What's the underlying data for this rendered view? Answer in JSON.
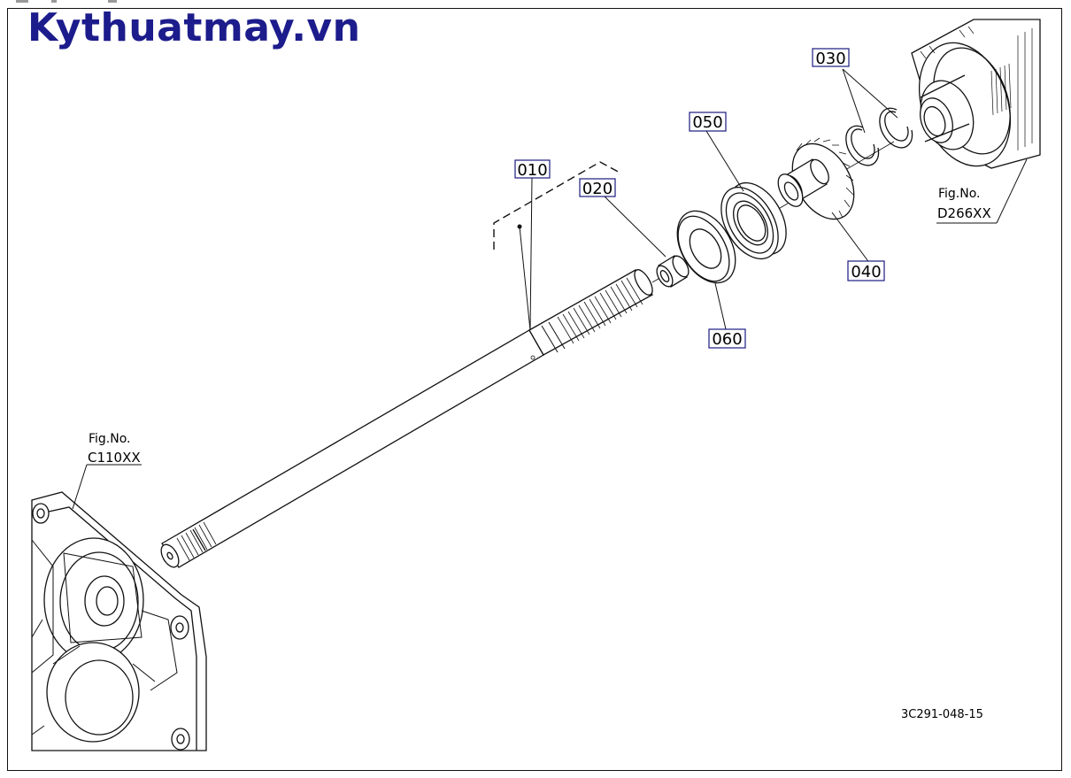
{
  "brand": {
    "text": "Kythuatmay.vn",
    "color": "#1c1c8c"
  },
  "parts": [
    {
      "number": "010"
    },
    {
      "number": "020"
    },
    {
      "number": "030"
    },
    {
      "number": "040"
    },
    {
      "number": "050"
    },
    {
      "number": "060"
    }
  ],
  "references": [
    {
      "caption": "Fig.No.",
      "code": "D266XX"
    },
    {
      "caption": "Fig.No.",
      "code": "C110XX"
    }
  ],
  "drawing_number": "3C291-048-15",
  "colors": {
    "label_border": "#1a1a80",
    "line": "#111111"
  }
}
